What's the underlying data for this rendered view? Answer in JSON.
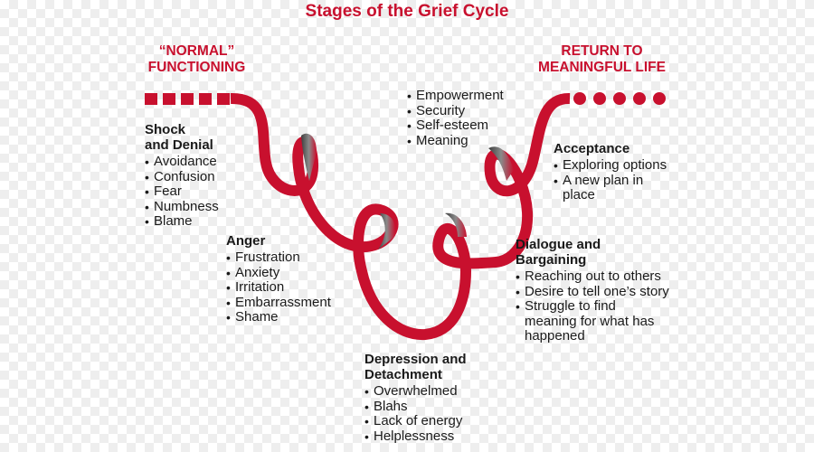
{
  "title": "Stages of the Grief Cycle",
  "start_label": {
    "line1": "“NORMAL”",
    "line2": "FUNCTIONING"
  },
  "end_label": {
    "line1": "RETURN TO",
    "line2": "MEANINGFUL LIFE"
  },
  "colors": {
    "accent": "#c8102e",
    "ribbon_dark": "#5a5a5a",
    "text": "#1a1a1a"
  },
  "stages": {
    "shock": {
      "title_l1": "Shock",
      "title_l2": "and Denial",
      "items": [
        "Avoidance",
        "Confusion",
        "Fear",
        "Numbness",
        "Blame"
      ]
    },
    "anger": {
      "title_l1": "Anger",
      "items": [
        "Frustration",
        "Anxiety",
        "Irritation",
        "Embarrassment",
        "Shame"
      ]
    },
    "depression": {
      "title_l1": "Depression and",
      "title_l2": "Detachment",
      "items": [
        "Overwhelmed",
        "Blahs",
        "Lack of energy",
        "Helplessness"
      ]
    },
    "dialogue": {
      "title_l1": "Dialogue and",
      "title_l2": "Bargaining",
      "items": [
        "Reaching out to others",
        "Desire to tell one’s story",
        "Struggle to find",
        "meaning for what has",
        "happened"
      ]
    },
    "acceptance": {
      "title_l1": "Acceptance",
      "items": [
        "Exploring options",
        "A new plan in",
        "place"
      ]
    },
    "empowerment": {
      "items": [
        "Empowerment",
        "Security",
        "Self-esteem",
        "Meaning"
      ]
    }
  }
}
